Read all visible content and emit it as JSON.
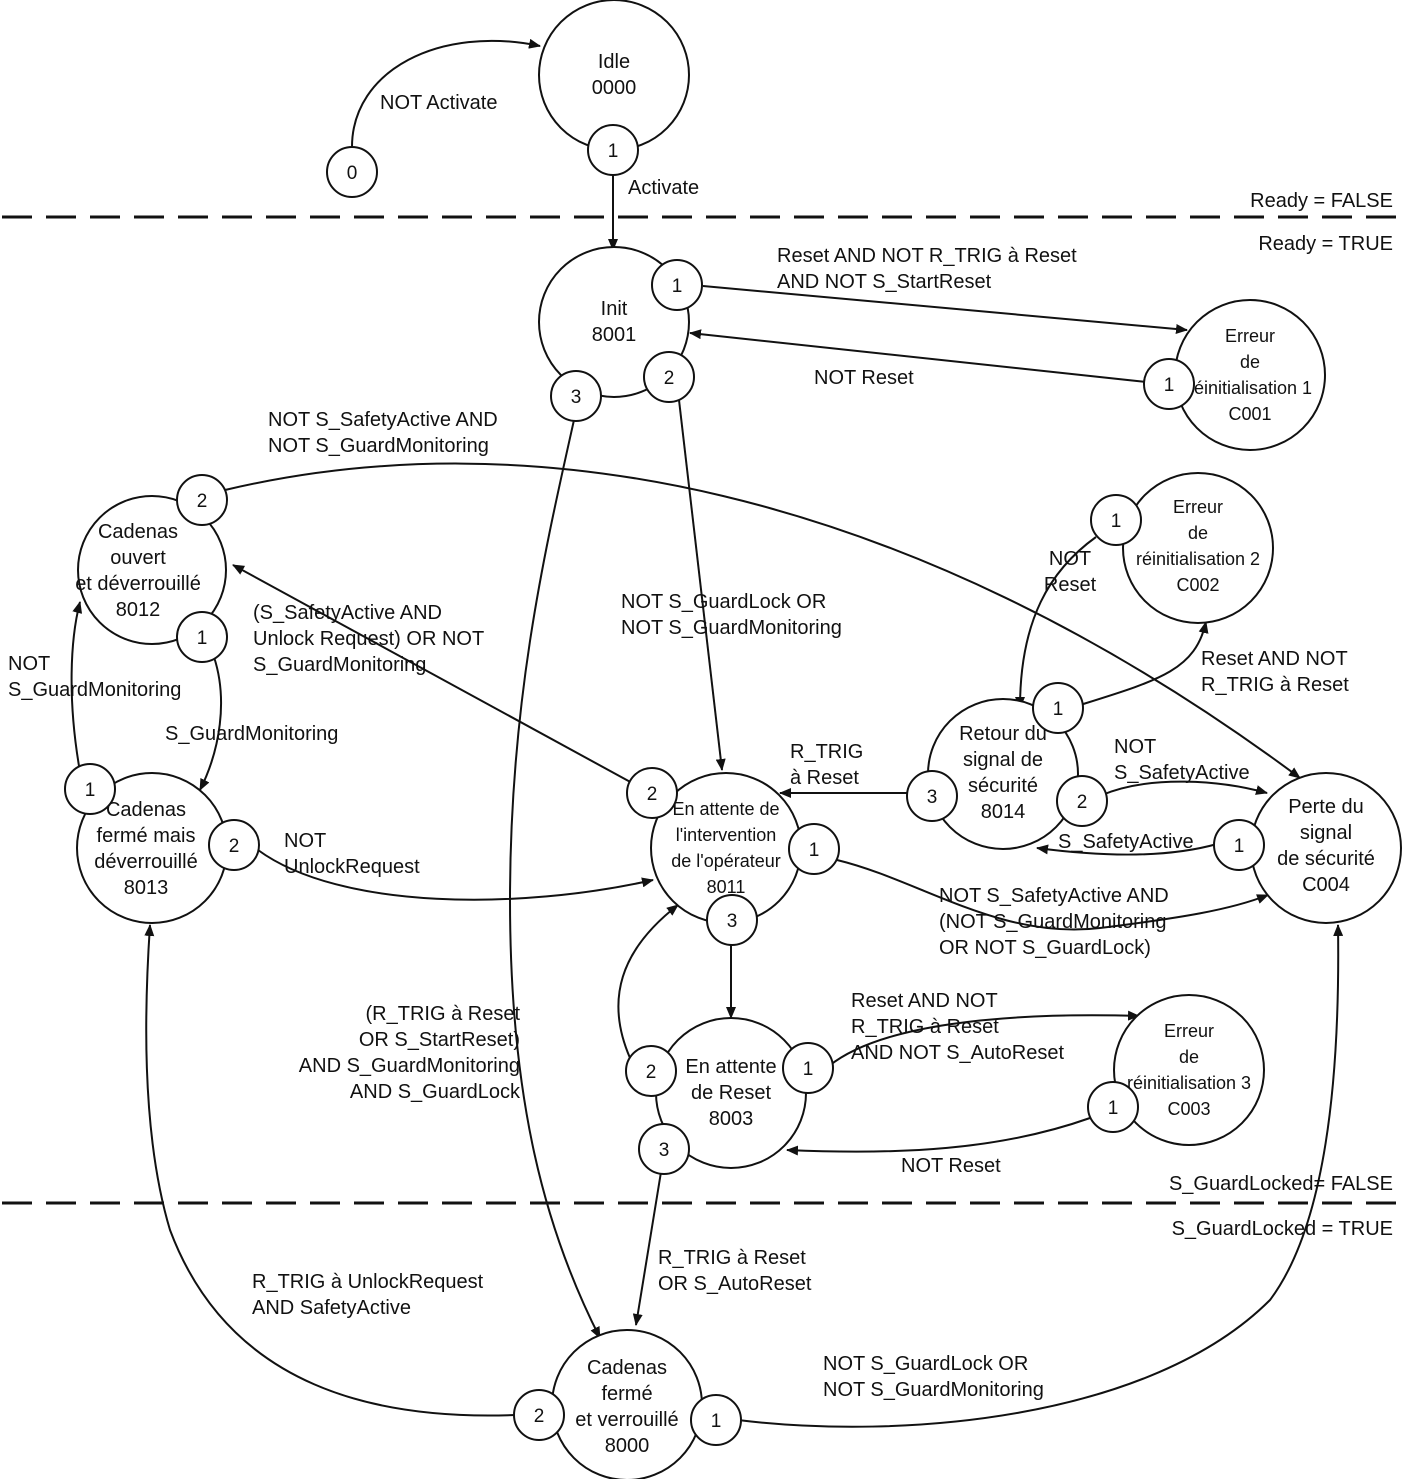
{
  "zones": {
    "ready_false": "Ready = FALSE",
    "ready_true": "Ready = TRUE",
    "guard_false": "S_GuardLocked= FALSE",
    "guard_true": "S_GuardLocked = TRUE"
  },
  "states": {
    "idle": [
      "Idle",
      "0000"
    ],
    "init": [
      "Init",
      "8001"
    ],
    "err1": [
      "Erreur",
      "de",
      "réinitialisation 1",
      "C001"
    ],
    "err2": [
      "Erreur",
      "de",
      "réinitialisation 2",
      "C002"
    ],
    "err3": [
      "Erreur",
      "de",
      "réinitialisation 3",
      "C003"
    ],
    "open": [
      "Cadenas",
      "ouvert",
      "et déverrouillé",
      "8012"
    ],
    "closed_unlocked": [
      "Cadenas",
      "fermé mais",
      "déverrouillé",
      "8013"
    ],
    "wait_op": [
      "En attente de",
      "l'intervention",
      "de l'opérateur",
      "8011"
    ],
    "return_sig": [
      "Retour du",
      "signal de",
      "sécurité",
      "8014"
    ],
    "lost_sig": [
      "Perte du",
      "signal",
      "de sécurité",
      "C004"
    ],
    "wait_reset": [
      "En attente",
      "de Reset",
      "8003"
    ],
    "locked": [
      "Cadenas",
      "fermé",
      "et verrouillé",
      "8000"
    ]
  },
  "ports": {
    "start": "0",
    "idle_1": "1",
    "init_1": "1",
    "init_2": "2",
    "init_3": "3",
    "err1_1": "1",
    "err2_1": "1",
    "err3_1": "1",
    "open_1": "1",
    "open_2": "2",
    "closed_1": "1",
    "closed_2": "2",
    "wait_op_1": "1",
    "wait_op_2": "2",
    "wait_op_3": "3",
    "return_1": "1",
    "return_2": "2",
    "return_3": "3",
    "lost_1": "1",
    "wait_reset_1": "1",
    "wait_reset_2": "2",
    "wait_reset_3": "3",
    "locked_1": "1",
    "locked_2": "2"
  },
  "transitions": {
    "not_activate": [
      "NOT Activate"
    ],
    "activate": [
      "Activate"
    ],
    "init_to_err1": [
      "Reset AND NOT R_TRIG à Reset",
      "AND NOT S_StartReset"
    ],
    "err1_to_init": [
      "NOT Reset"
    ],
    "open_to_lost": [
      "NOT S_SafetyActive AND",
      "NOT S_GuardMonitoring"
    ],
    "err2_to_return": [
      "NOT",
      "Reset"
    ],
    "init_to_wait_op": [
      "NOT S_GuardLock OR",
      "NOT S_GuardMonitoring"
    ],
    "wait_op_to_open": [
      "(S_SafetyActive AND",
      "Unlock Request) OR NOT",
      "S_GuardMonitoring"
    ],
    "closed_to_open": [
      "NOT",
      "S_GuardMonitoring"
    ],
    "open_to_closed": [
      "S_GuardMonitoring"
    ],
    "return_to_err2": [
      "Reset AND NOT",
      "R_TRIG à Reset"
    ],
    "return_to_wait_op": [
      "R_TRIG",
      "à Reset"
    ],
    "return_to_lost": [
      "NOT",
      "S_SafetyActive"
    ],
    "lost_to_return": [
      "S_SafetyActive"
    ],
    "closed_to_wait_op": [
      "NOT",
      "UnlockRequest"
    ],
    "wait_op_to_lost": [
      "NOT S_SafetyActive AND",
      "(NOT S_GuardMonitoring",
      "OR NOT S_GuardLock)"
    ],
    "init_to_locked": [
      "(R_TRIG à Reset",
      "OR S_StartReset)",
      "AND S_GuardMonitoring",
      "AND S_GuardLock"
    ],
    "wait_reset_to_err3": [
      "Reset AND NOT",
      "R_TRIG à Reset",
      "AND NOT S_AutoReset"
    ],
    "err3_to_wait_reset": [
      "NOT Reset"
    ],
    "wait_reset_to_locked": [
      "R_TRIG à Reset",
      "OR S_AutoReset"
    ],
    "locked_to_closed": [
      "R_TRIG à UnlockRequest",
      "AND SafetyActive"
    ],
    "locked_to_lost": [
      "NOT S_GuardLock OR",
      "NOT S_GuardMonitoring"
    ]
  }
}
